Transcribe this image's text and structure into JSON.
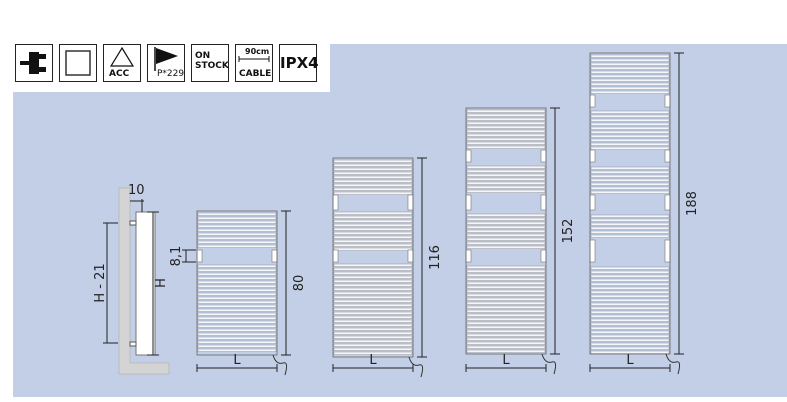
{
  "icons": [
    {
      "name": "plug-icon"
    },
    {
      "name": "square-icon"
    },
    {
      "name": "recycle-icon",
      "label": "ACC"
    },
    {
      "name": "flag-icon",
      "label": "P*229"
    },
    {
      "name": "on-stock-icon",
      "label1": "ON",
      "label2": "STOCK"
    },
    {
      "name": "cable-icon",
      "top": "90cm",
      "label": "CABLE"
    },
    {
      "name": "ipx4-icon",
      "label": "IPX4"
    }
  ],
  "side_view": {
    "depth": "10",
    "wall_height": "H - 21",
    "height": "H",
    "gap": "8,1"
  },
  "radiators": [
    {
      "height": "80",
      "width": "L"
    },
    {
      "height": "116",
      "width": "L"
    },
    {
      "height": "152",
      "width": "L"
    },
    {
      "height": "188",
      "width": "L"
    }
  ],
  "colors": {
    "background": "#c3cfe6",
    "line": "#222222",
    "wall": "#d4d4d4"
  }
}
